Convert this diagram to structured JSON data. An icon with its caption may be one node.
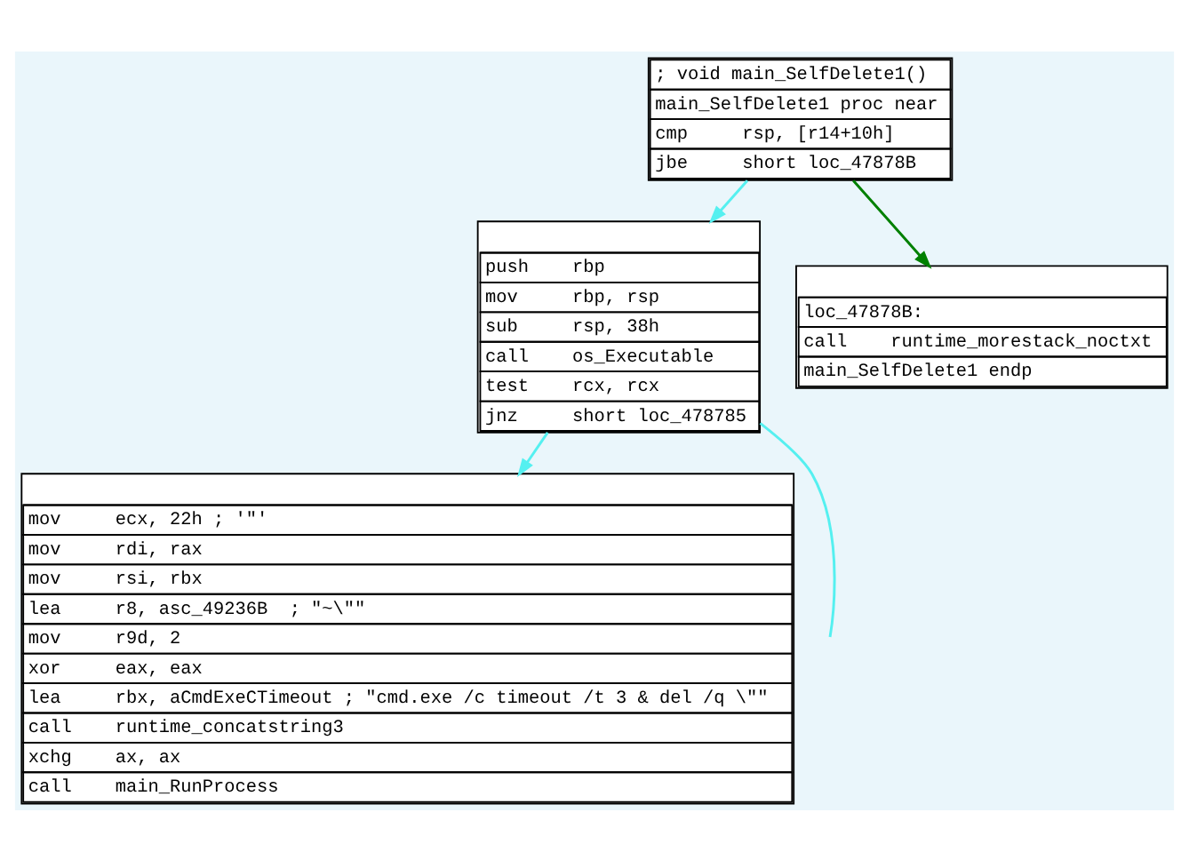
{
  "diagram": {
    "nodes": [
      {
        "text": [
          "; void main_SelfDelete1()",
          "main_SelfDelete1 proc near",
          "cmp     rsp, [r14+10h]",
          "jbe     short loc_47878B"
        ]
      },
      {
        "text": [
          "push    rbp",
          "mov     rbp, rsp",
          "sub     rsp, 38h",
          "call    os_Executable",
          "test    rcx, rcx",
          "jnz     short loc_478785"
        ]
      },
      {
        "text": [
          "loc_47878B:",
          "call    runtime_morestack_noctxt",
          "main_SelfDelete1 endp"
        ]
      },
      {
        "text": [
          "mov     ecx, 22h ; '\"'",
          "mov     rdi, rax",
          "mov     rsi, rbx",
          "lea     r8, asc_49236B  ; \"~\\\"\"",
          "mov     r9d, 2",
          "xor     eax, eax",
          "lea     rbx, aCmdExeCTimeout ; \"cmd.exe /c timeout /t 3 & del /q \\\"\"",
          "call    runtime_concatstring3",
          "xchg    ax, ax",
          "call    main_RunProcess"
        ]
      }
    ],
    "edges": [
      {
        "from": 0,
        "to": 1,
        "arrow": "to"
      },
      {
        "from": 0,
        "to": 2,
        "arrow": "to",
        "color": "#008000"
      },
      {
        "from": 1,
        "to": 3,
        "arrow": "to"
      },
      {
        "from": 1,
        "to": null,
        "arrow": "none"
      }
    ]
  }
}
